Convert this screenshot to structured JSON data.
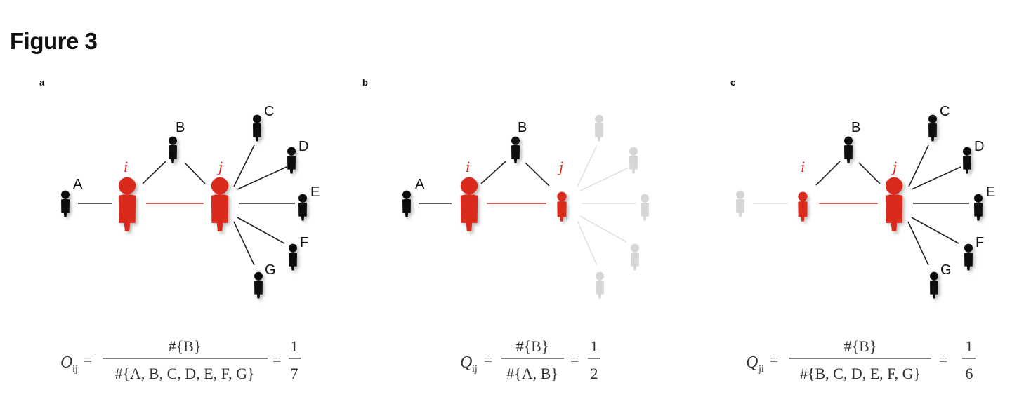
{
  "figure_title": "Figure 3",
  "colors": {
    "ego": "#d9291c",
    "node": "#111111",
    "faded": "#d6d6d6",
    "edge": "#222222",
    "faded_edge": "#dddddd"
  },
  "panels": [
    {
      "letter": "a",
      "ego_i": "i",
      "ego_j": "j",
      "nodes": [
        "A",
        "B",
        "C",
        "D",
        "E",
        "F",
        "G"
      ],
      "formula": {
        "symbol": "O",
        "subscript": "ij",
        "equals": "=",
        "numerator": "#{B}",
        "denominator": "#{A, B, C, D, E, F, G}",
        "equals2": "=",
        "result_num": "1",
        "result_den": "7"
      }
    },
    {
      "letter": "b",
      "ego_i": "i",
      "ego_j": "j",
      "nodes": [
        "A",
        "B"
      ],
      "formula": {
        "symbol": "Q",
        "subscript": "ij",
        "equals": "=",
        "numerator": "#{B}",
        "denominator": "#{A, B}",
        "equals2": "=",
        "result_num": "1",
        "result_den": "2"
      }
    },
    {
      "letter": "c",
      "ego_i": "i",
      "ego_j": "j",
      "nodes": [
        "B",
        "C",
        "D",
        "E",
        "F",
        "G"
      ],
      "formula": {
        "symbol": "Q",
        "subscript": "ji",
        "equals": "=",
        "numerator": "#{B}",
        "denominator": "#{B, C, D, E, F, G}",
        "equals2": "=",
        "result_num": "1",
        "result_den": "6"
      }
    }
  ]
}
